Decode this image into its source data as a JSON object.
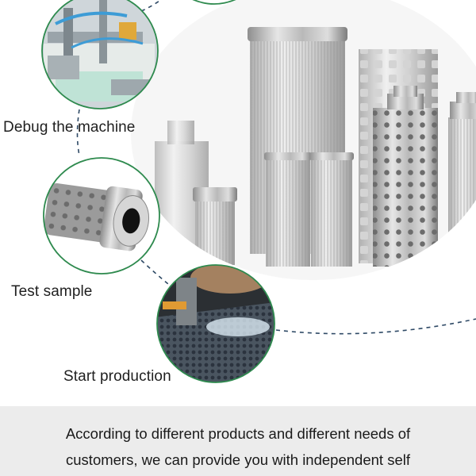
{
  "steps": [
    {
      "label": "Debug the machine",
      "photo": "machine-photo"
    },
    {
      "label": "Test sample",
      "photo": "filter-sample-photo"
    },
    {
      "label": "Start production",
      "photo": "production-photo"
    }
  ],
  "description": {
    "line1": "According to different products and different needs of",
    "line2": "customers, we can provide you with independent self"
  },
  "colors": {
    "circle_border": "#2e8a4e",
    "dashed_line": "#2f4a66",
    "footer_bg": "#ececec",
    "text": "#1f1f1f"
  }
}
